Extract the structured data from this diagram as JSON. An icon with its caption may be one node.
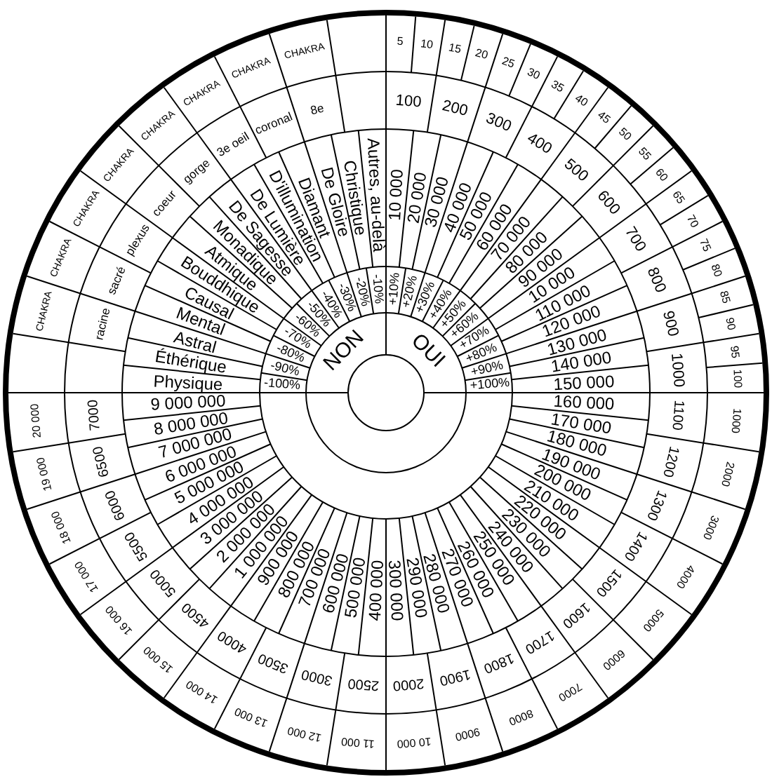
{
  "diagram": {
    "labels": [
      "CHAKRA",
      "CHAKRA",
      "CHAKRA",
      "CHAKRA",
      "CHAKRA",
      "CHAKRA",
      "CHAKRA",
      "CHAKRA",
      "racine",
      "sacré",
      "plexus",
      "coeur",
      "gorge",
      "3e oeil",
      "coronal",
      "8e",
      "Physique",
      "Éthérique",
      "Astral",
      "Mental",
      "Causal",
      "Bouddhique",
      "Atmique",
      "Monadique",
      "De Sagesse",
      "De Lumière",
      "D'illumination",
      "Diamant",
      "De Gloire",
      "Christique",
      "Autres, au-delà",
      "-100%",
      "-90%",
      "-80%",
      "-70%",
      "-60%",
      "-50%",
      "-40%",
      "-30%",
      "-20%",
      "-10%",
      "NON",
      "OUI",
      "+10%",
      "+20%",
      "+30%",
      "+40%",
      "+50%",
      "+60%",
      "+70%",
      "+80%",
      "+90%",
      "+100%",
      "10 000",
      "20 000",
      "30 000",
      "40 000",
      "50 000",
      "60 000",
      "70 000",
      "80 000",
      "90 000",
      "10 000",
      "110 000",
      "120 000",
      "130 000",
      "140 000",
      "150 000",
      "100",
      "200",
      "300",
      "400",
      "500",
      "600",
      "700",
      "800",
      "900",
      "1000",
      "5",
      "10",
      "15",
      "20",
      "25",
      "30",
      "35",
      "40",
      "45",
      "50",
      "55",
      "60",
      "65",
      "70",
      "75",
      "80",
      "85",
      "90",
      "95",
      "100",
      "300 000",
      "290 000",
      "280 000",
      "270 000",
      "260 000",
      "250 000",
      "240 000",
      "230 000",
      "220 000",
      "210 000",
      "200 000",
      "190 000",
      "180 000",
      "170 000",
      "160 000",
      "1100",
      "1200",
      "1300",
      "1400",
      "1500",
      "1600",
      "1700",
      "1800",
      "1900",
      "2000",
      "1000",
      "2000",
      "3000",
      "4000",
      "5000",
      "6000",
      "7000",
      "8000",
      "9000",
      "10 000",
      "9 000 000",
      "8 000 000",
      "7 000 000",
      "6 000 000",
      "5 000 000",
      "4 000 000",
      "3 000 000",
      "2 000 000",
      "1 000 000",
      "900 000",
      "800 000",
      "700 000",
      "600 000",
      "500 000",
      "400 000",
      "7000",
      "6500",
      "6000",
      "5500",
      "5000",
      "4500",
      "4000",
      "3500",
      "3000",
      "2500",
      "20 000",
      "19 000",
      "18 000",
      "17 000",
      "16 000",
      "15 000",
      "14 000",
      "13 000",
      "12 000",
      "11 000"
    ]
  }
}
